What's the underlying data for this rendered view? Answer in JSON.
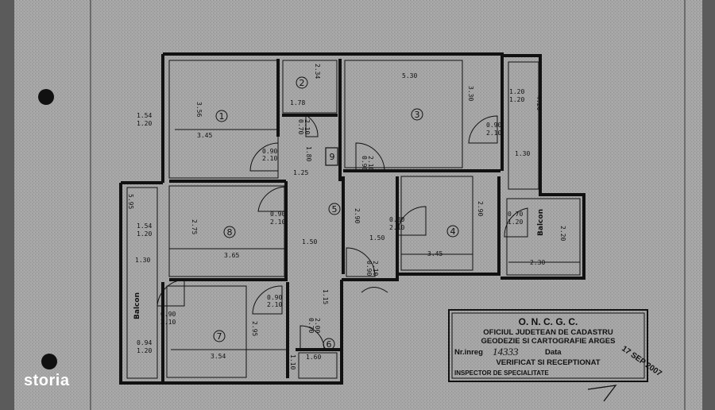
{
  "rooms": [
    {
      "num": "1"
    },
    {
      "num": "2"
    },
    {
      "num": "3"
    },
    {
      "num": "4"
    },
    {
      "num": "5"
    },
    {
      "num": "6"
    },
    {
      "num": "7"
    },
    {
      "num": "8"
    },
    {
      "num": "9"
    }
  ],
  "balcony_label": "Balcon",
  "dimensions": {
    "r1_w": "3.45",
    "r1_h": "3.56",
    "r1_left_a": "1.54",
    "r1_left_b": "1.20",
    "r2_w": "1.78",
    "r2_h": "2.34",
    "r3_w": "5.30",
    "r3_h": "3.30",
    "r3_right_a": "1.20",
    "r3_right_b": "1.20",
    "r3_far": "4.20",
    "d1_a": "0.90",
    "d1_b": "2.10",
    "d2_a": "0.70",
    "d2_b": "2.10",
    "d3_a": "0.90",
    "d3_b": "2.10",
    "d4_a": "0.90",
    "d4_b": "2.10",
    "d5_a": "0.90",
    "d5_b": "2.10",
    "d6_a": "0.80",
    "d6_b": "2.10",
    "d7_a": "0.90",
    "d7_b": "2.10",
    "d8_a": "0.90",
    "d8_b": "2.10",
    "d9_a": "0.70",
    "d9_b": "2.00",
    "d10_a": "0.90",
    "d10_b": "2.10",
    "hall_a": "1.25",
    "hall_b": "1.80",
    "r5_w": "1.50",
    "r5_h": "2.90",
    "r5_w2": "1.50",
    "r4_w": "3.45",
    "r4_h": "2.90",
    "r4_win_a": "0.70",
    "r4_win_b": "1.20",
    "rb_top": "1.30",
    "rb_h": "2.20",
    "rb_w": "2.30",
    "r8_w": "3.65",
    "r8_h": "2.75",
    "r8_left_a": "1.54",
    "r8_left_b": "1.20",
    "lb_h": "5.95",
    "lb_w": "1.30",
    "r7_w": "3.54",
    "r7_h": "2.95",
    "r7_left_a": "0.94",
    "r7_left_b": "1.20",
    "r6_w": "1.60",
    "r6_h": "1.10",
    "small": "1.15"
  },
  "stamp": {
    "line1": "O. N. C. G. C.",
    "line2": "OFICIUL JUDETEAN DE CADASTRU",
    "line3": "GEODEZIE SI CARTOGRAFIE ARGES",
    "nr_label": "Nr.inreg",
    "nr_value": "14333",
    "data_label": "Data",
    "line5": "VERIFICAT SI RECEPTIONAT",
    "line6": "INSPECTOR DE SPECIALITATE",
    "date_stamp": "17 SEP 2007"
  },
  "watermark": "storia",
  "colors": {
    "paper": "#a3a3a3",
    "edge": "#5b5b5b",
    "ink": "#111111"
  }
}
